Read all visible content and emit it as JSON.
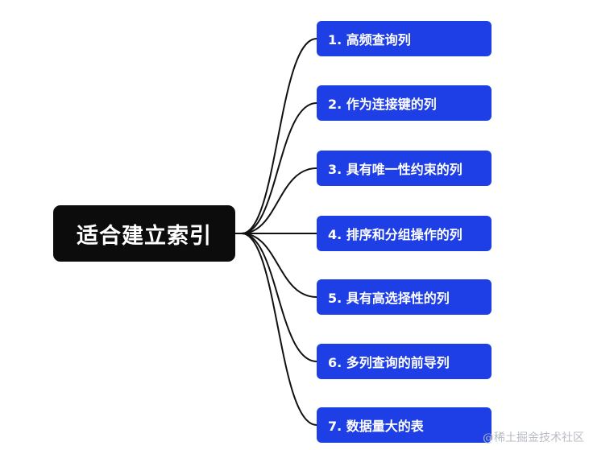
{
  "mindmap": {
    "root": "适合建立索引",
    "children": [
      "1. 高频查询列",
      "2. 作为连接键的列",
      "3. 具有唯一性约束的列",
      "4. 排序和分组操作的列",
      "5. 具有高选择性的列",
      "6. 多列查询的前导列",
      "7. 数据量大的表"
    ]
  },
  "watermark": "@稀土掘金技术社区",
  "colors": {
    "root_bg": "#0c0c0c",
    "child_bg": "#1e3ee6",
    "connector": "#111111",
    "text": "#ffffff"
  }
}
